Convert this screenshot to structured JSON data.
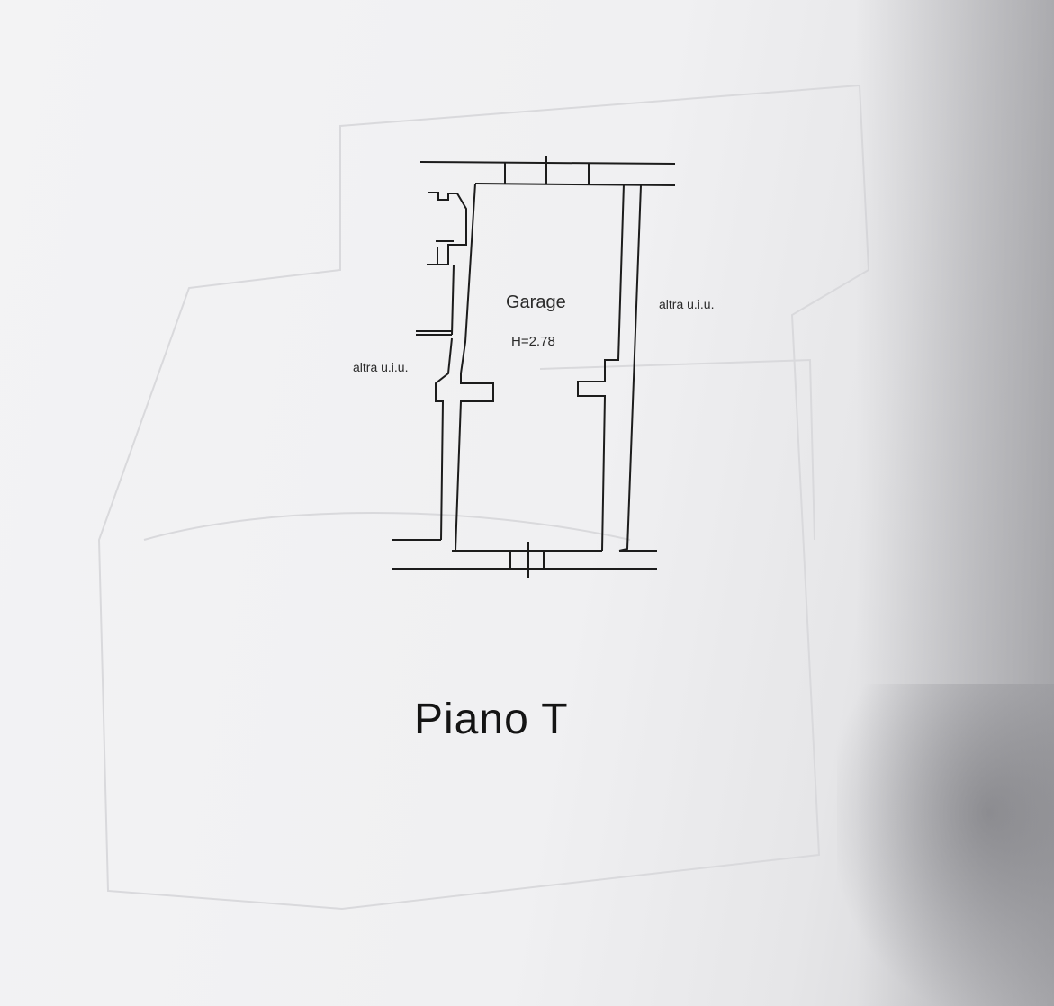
{
  "floor_plan": {
    "room": {
      "name": "Garage",
      "height": "H=2.78"
    },
    "neighbor_left": "altra u.i.u.",
    "neighbor_right": "altra u.i.u.",
    "floor_title": "Piano T"
  },
  "colors": {
    "paper": "#f2f2f3",
    "line": "#1c1c1c",
    "text": "#2a2a2a",
    "title": "#141414"
  }
}
